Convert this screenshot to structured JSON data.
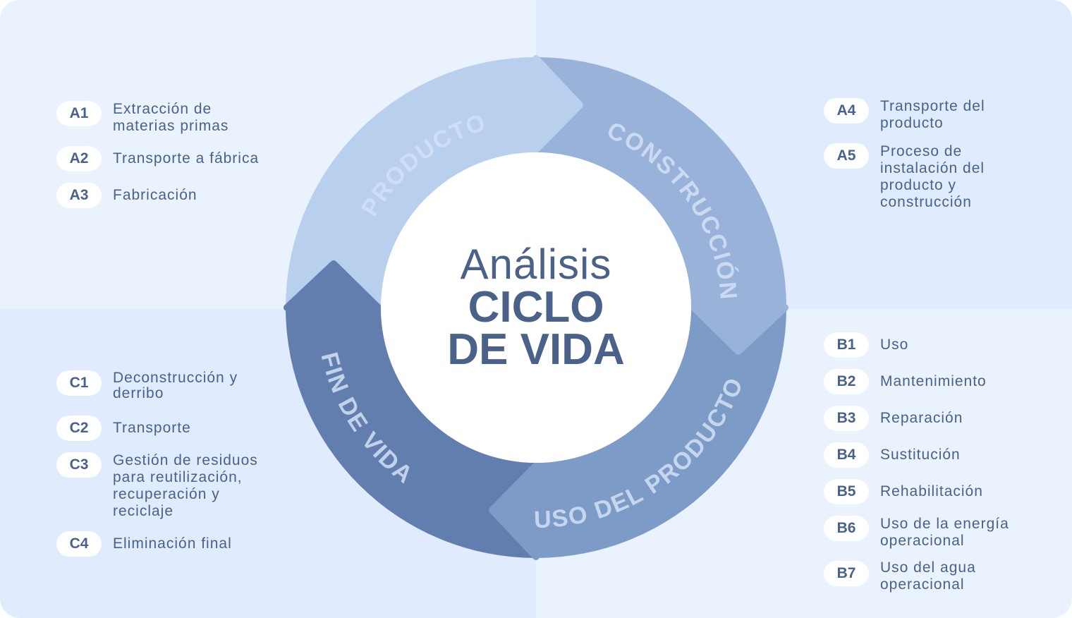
{
  "center": {
    "line1": "Análisis",
    "line2": "CICLO",
    "line3": "DE VIDA"
  },
  "ring": {
    "segments": [
      {
        "label": "PRODUCTO",
        "color": "#b9cfee"
      },
      {
        "label": "CONSTRUCCIÓN",
        "color": "#99b2d9"
      },
      {
        "label": "USO DEL PRODUCTO",
        "color": "#7d9bc7"
      },
      {
        "label": "FIN DE VIDA",
        "color": "#627eae"
      }
    ],
    "label_color": "#d3e1f6"
  },
  "colors": {
    "text": "#4a6189",
    "bg_light": "#eaf2fe",
    "bg_mid": "#e0ecfd",
    "badge": "#ffffff"
  },
  "producto": [
    {
      "code": "A1",
      "text": "Extracción de\nmaterias primas"
    },
    {
      "code": "A2",
      "text": "Transporte a fábrica"
    },
    {
      "code": "A3",
      "text": "Fabricación"
    }
  ],
  "construccion": [
    {
      "code": "A4",
      "text": "Transporte del\nproducto"
    },
    {
      "code": "A5",
      "text": "Proceso de\ninstalación del\nproducto y\nconstrucción"
    }
  ],
  "uso": [
    {
      "code": "B1",
      "text": "Uso"
    },
    {
      "code": "B2",
      "text": "Mantenimiento"
    },
    {
      "code": "B3",
      "text": "Reparación"
    },
    {
      "code": "B4",
      "text": "Sustitución"
    },
    {
      "code": "B5",
      "text": "Rehabilitación"
    },
    {
      "code": "B6",
      "text": "Uso de la energía\noperacional"
    },
    {
      "code": "B7",
      "text": "Uso del agua\noperacional"
    }
  ],
  "fin": [
    {
      "code": "C1",
      "text": "Deconstrucción y\nderribo"
    },
    {
      "code": "C2",
      "text": "Transporte"
    },
    {
      "code": "C3",
      "text": "Gestión de residuos\npara reutilización,\nrecuperación y\nreciclaje"
    },
    {
      "code": "C4",
      "text": "Eliminación final"
    }
  ]
}
